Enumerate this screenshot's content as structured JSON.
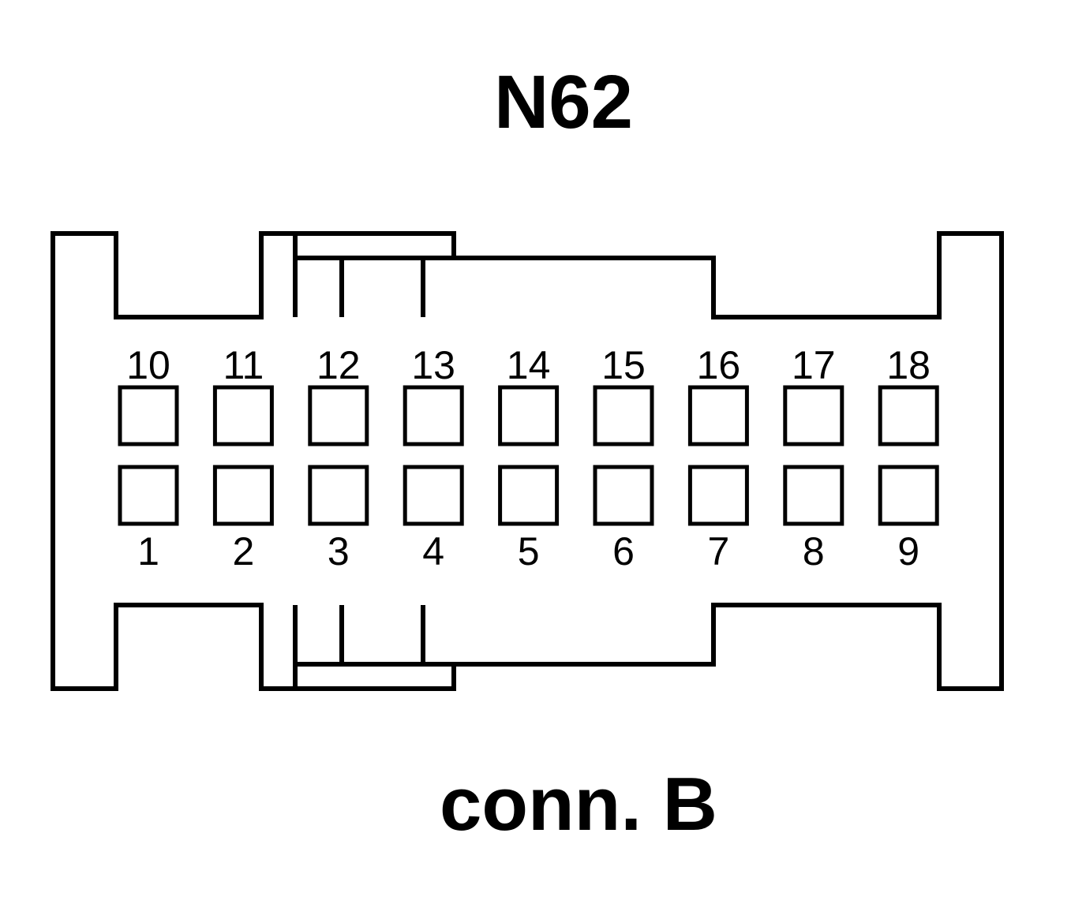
{
  "title": "N62",
  "subtitle": "conn. B",
  "connector": {
    "top_row": [
      "10",
      "11",
      "12",
      "13",
      "14",
      "15",
      "16",
      "17",
      "18"
    ],
    "bottom_row": [
      "1",
      "2",
      "3",
      "4",
      "5",
      "6",
      "7",
      "8",
      "9"
    ]
  },
  "colors": {
    "line": "#000000",
    "background": "#ffffff"
  }
}
